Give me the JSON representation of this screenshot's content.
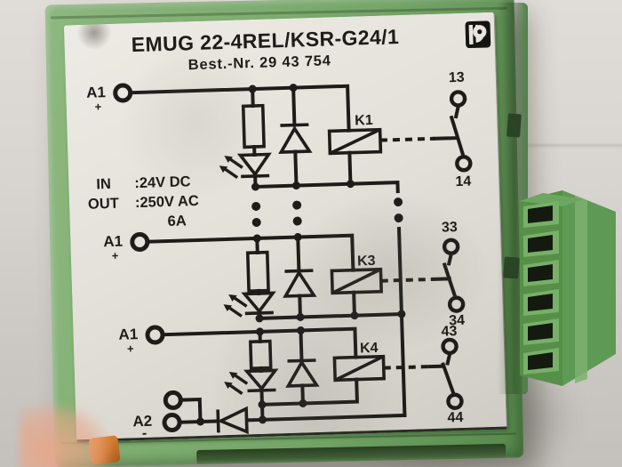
{
  "device": {
    "title": "EMUG 22-4REL/KSR-G24/1",
    "order_number": "Best.-Nr. 29 43 754",
    "logo": "phoenix-contact",
    "ratings": {
      "input_label": "IN",
      "input_value": ":24V DC",
      "output_label": "OUT",
      "output_value": ":250V AC",
      "current_rating": "6A"
    },
    "schematic": {
      "channels": [
        {
          "input": "A1",
          "polarity": "+",
          "relay": "K1",
          "contact_top": "13",
          "contact_bottom": "14"
        },
        {
          "input": "A1",
          "polarity": "+",
          "relay": "K3",
          "contact_top": "33",
          "contact_bottom": "34"
        },
        {
          "input": "A1",
          "polarity": "+",
          "relay": "K4",
          "contact_top": "43",
          "contact_bottom": "44"
        }
      ],
      "common": {
        "label": "A2",
        "polarity": "-"
      }
    }
  },
  "colors": {
    "housing_green": "#79a96c",
    "connector_green": "#5f9d57",
    "label_background": "#e4e1da",
    "print_black": "#1d1c19",
    "din_foot_orange": "#cf7a30",
    "backdrop_gray": "#d6d3ce"
  }
}
